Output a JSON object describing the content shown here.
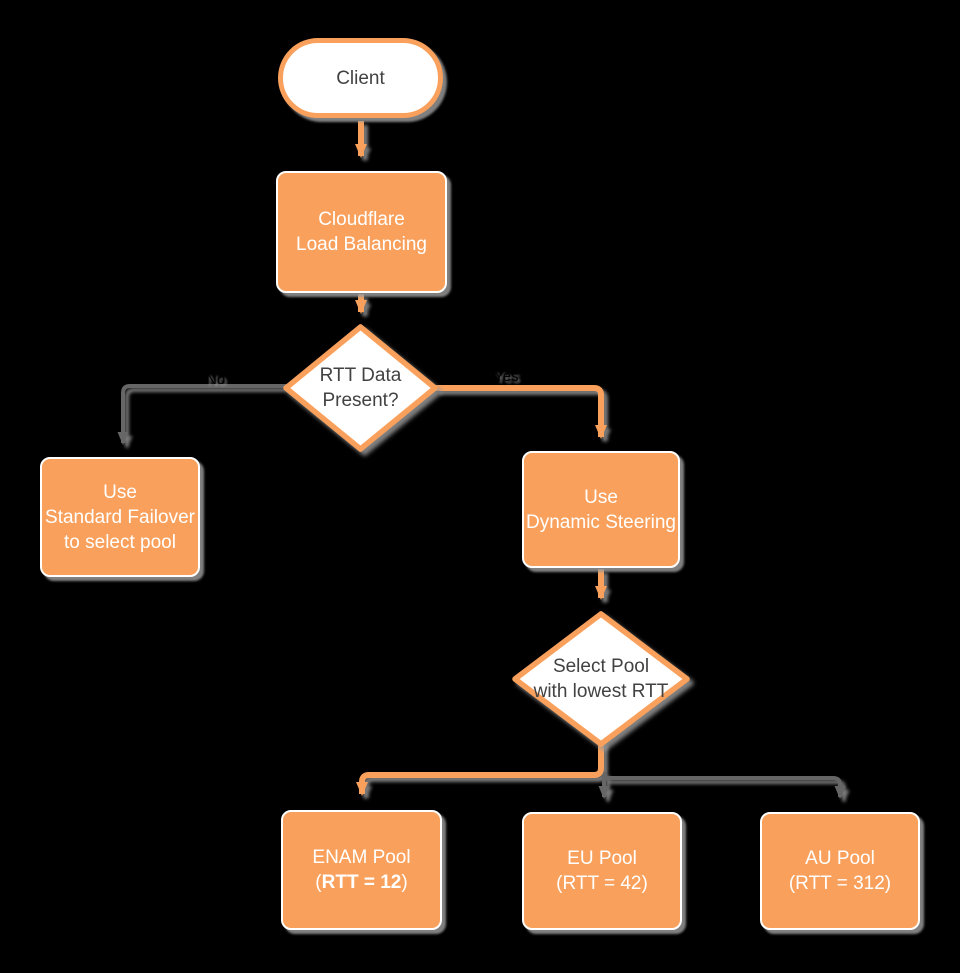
{
  "diagram": {
    "title": "Cloudflare load balancing RTT decision flowchart",
    "background_color": "#000000",
    "colors": {
      "node_orange": "#F9A15C",
      "node_text_white": "#FFFFFF",
      "shape_text_dark": "#424242",
      "edge_gray": "#666666",
      "edge_orange": "#F9A15C",
      "shadow_gray": "#969696",
      "white_fill": "#FFFFFF"
    },
    "nodes": {
      "client": {
        "label": "Client"
      },
      "load_balancer": {
        "line1": "Cloudflare",
        "line2": "Load Balancing"
      },
      "rtt_decision": {
        "line1": "RTT Data",
        "line2": "Present?"
      },
      "standard_failover": {
        "line1": "Use",
        "line2": "Standard Failover",
        "line3": "to select pool"
      },
      "dynamic_steering": {
        "line1": "Use",
        "line2": "Dynamic Steering"
      },
      "select_pool": {
        "line1": "Select Pool",
        "line2": "with lowest RTT"
      },
      "enam_pool": {
        "line1": "ENAM Pool",
        "line2_open": "(",
        "line2_bold": "RTT = 12",
        "line2_close": ")"
      },
      "eu_pool": {
        "line1": "EU Pool",
        "line2": "(RTT = 42)"
      },
      "au_pool": {
        "line1": "AU Pool",
        "line2": "(RTT = 312)"
      }
    },
    "edges": {
      "no_label": "No",
      "yes_label": "Yes"
    }
  }
}
